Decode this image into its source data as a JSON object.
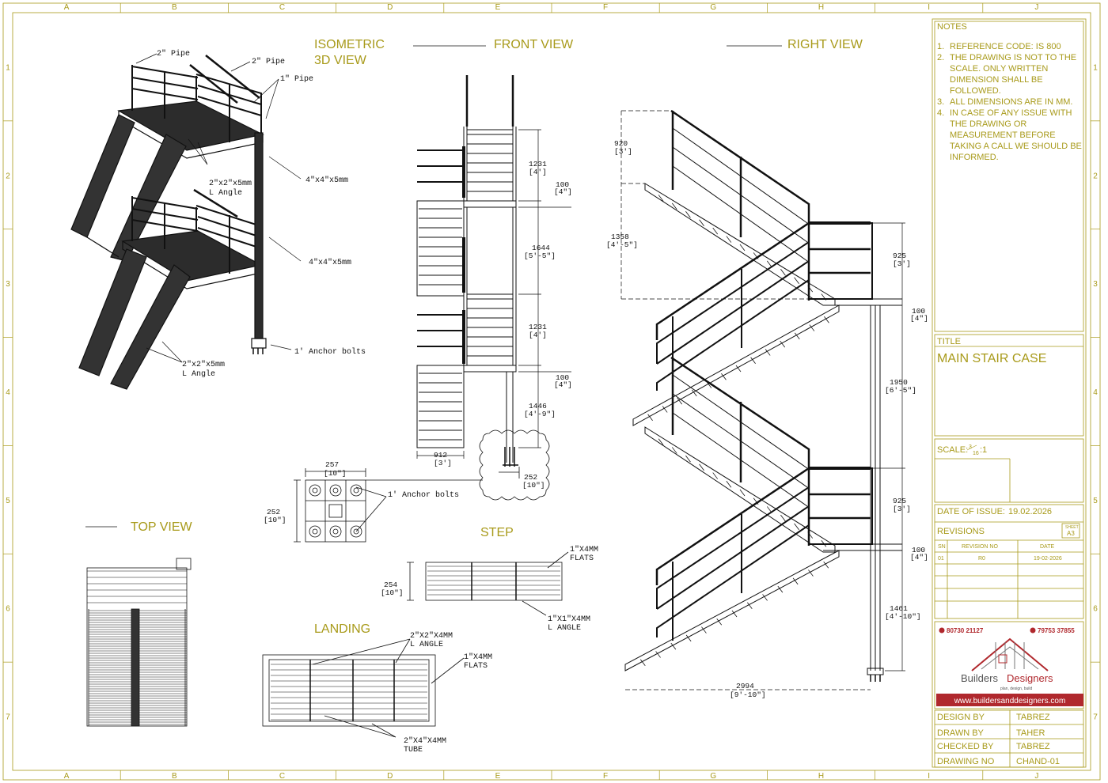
{
  "grid": {
    "columns": [
      "A",
      "B",
      "C",
      "D",
      "E",
      "F",
      "G",
      "H",
      "I",
      "J"
    ],
    "rows": [
      "1",
      "2",
      "3",
      "4",
      "5",
      "6",
      "7"
    ]
  },
  "views": {
    "isometric": "ISOMETRIC\n3D VIEW",
    "isometric_l1": "ISOMETRIC",
    "isometric_l2": "3D VIEW",
    "front": "FRONT VIEW",
    "right": "RIGHT VIEW",
    "top": "TOP VIEW",
    "step": "STEP",
    "landing": "LANDING"
  },
  "iso_labels": {
    "pipe2a": "2\" Pipe",
    "pipe2b": "2\" Pipe",
    "pipe1": "1\" Pipe",
    "angle_top_1": "2\"x2\"x5mm",
    "angle_top_2": "L Angle",
    "col1": "4\"x4\"x5mm",
    "col2": "4\"x4\"x5mm",
    "anchor": "1' Anchor bolts",
    "angle_bot_1": "2\"x2\"x5mm",
    "angle_bot_2": "L Angle"
  },
  "front_dims": {
    "d1231a": "1231",
    "d1231a_ft": "[4']",
    "d100a": "100",
    "d100a_in": "[4\"]",
    "d1644": "1644",
    "d1644_ft": "[5'-5\"]",
    "d1231b": "1231",
    "d1231b_ft": "[4']",
    "d100b": "100",
    "d100b_in": "[4\"]",
    "d1446": "1446",
    "d1446_ft": "[4'-9\"]",
    "d912": "912",
    "d912_ft": "[3']",
    "d252": "252",
    "d252_in": "[10\"]"
  },
  "base_plate": {
    "w": "257",
    "w_in": "[10\"]",
    "h": "252",
    "h_in": "[10\"]",
    "anchor": "1' Anchor bolts"
  },
  "step": {
    "flats_1": "1\"X4MM",
    "flats_2": "FLATS",
    "angle_1": "1\"X1\"X4MM",
    "angle_2": "L ANGLE",
    "h": "254",
    "h_in": "[10\"]"
  },
  "landing": {
    "angle_1": "2\"X2\"X4MM",
    "angle_2": "L ANGLE",
    "flats_1": "1\"X4MM",
    "flats_2": "FLATS",
    "tube_1": "2\"X4\"X4MM",
    "tube_2": "TUBE"
  },
  "right_dims": {
    "d920": "920",
    "d920_ft": "[3']",
    "d1358": "1358",
    "d1358_ft": "[4'-5\"]",
    "d925a": "925",
    "d925a_ft": "[3']",
    "d100a": "100",
    "d100a_in": "[4\"]",
    "d1950": "1950",
    "d1950_ft": "[6'-5\"]",
    "d925b": "925",
    "d925b_ft": "[3']",
    "d100b": "100",
    "d100b_in": "[4\"]",
    "d1461": "1461",
    "d1461_ft": "[4'-10\"]",
    "d2994": "2994",
    "d2994_ft": "[9'-10\"]"
  },
  "notes": {
    "heading": "NOTES",
    "items": [
      [
        "1.",
        "REFERENCE CODE: IS 800"
      ],
      [
        "2.",
        "THE DRAWING  IS NOT TO THE",
        "SCALE. ONLY WRITTEN",
        "DIMENSION SHALL BE",
        "FOLLOWED."
      ],
      [
        "3.",
        "ALL DIMENSIONS ARE IN MM."
      ],
      [
        "4.",
        "IN CASE OF ANY ISSUE WITH",
        "THE DRAWING OR",
        "MEASUREMENT BEFORE",
        "TAKING A CALL WE SHOULD BE",
        "INFORMED."
      ]
    ]
  },
  "title_block": {
    "title_label": "TITLE",
    "title_value": "MAIN STAIR CASE",
    "scale_label": "SCALE:",
    "scale_num": "3",
    "scale_den": "16",
    "scale_tail": ":1",
    "date_label": "DATE OF ISSUE:",
    "date_value": "19.02.2026",
    "revisions_label": "REVISIONS",
    "sheet_label": "SHEET",
    "sheet_value": "A3",
    "rev_headers": [
      "SN",
      "REVISION NO",
      "DATE"
    ],
    "rev_rows": [
      [
        "01",
        "R0",
        "19-02-2026"
      ]
    ],
    "phone1": "80730 21127",
    "phone2": "79753 37855",
    "brand_1": "Builders",
    "brand_2": "Designers",
    "tagline": "plan, design, build",
    "website": "www.buildersanddesigners.com",
    "rows": [
      {
        "label": "DESIGN BY",
        "value": "TABREZ"
      },
      {
        "label": "DRAWN BY",
        "value": "TAHER"
      },
      {
        "label": "CHECKED BY",
        "value": "TABREZ"
      },
      {
        "label": "DRAWING NO",
        "value": "CHAND-01"
      }
    ]
  },
  "colors": {
    "ink": "#111111",
    "accent": "#a89a1a",
    "brand_red": "#b0282d"
  }
}
